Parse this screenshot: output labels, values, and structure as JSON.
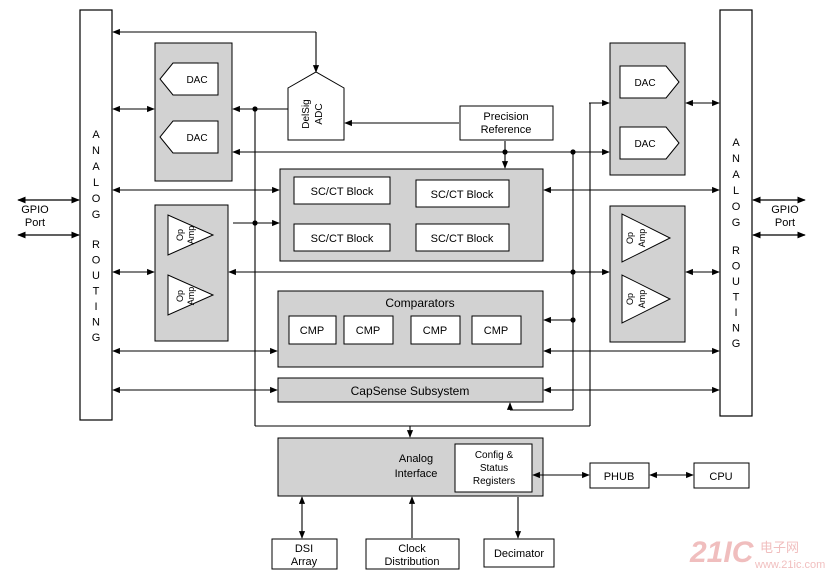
{
  "routing_left": {
    "letters_top": [
      "A",
      "N",
      "A",
      "L",
      "O",
      "G"
    ],
    "letters_bottom": [
      "R",
      "O",
      "U",
      "T",
      "I",
      "N",
      "G"
    ]
  },
  "routing_right": {
    "letters_top": [
      "A",
      "N",
      "A",
      "L",
      "O",
      "G"
    ],
    "letters_bottom": [
      "R",
      "O",
      "U",
      "T",
      "I",
      "N",
      "G"
    ]
  },
  "gpio_left": [
    "GPIO",
    "Port"
  ],
  "gpio_right": [
    "GPIO",
    "Port"
  ],
  "dac_label": "DAC",
  "opamp_label": [
    "Op",
    "Amp"
  ],
  "delsig_adc": [
    "DelSig",
    "ADC"
  ],
  "precision_reference": [
    "Precision",
    "Reference"
  ],
  "sc_ct_block": "SC/CT Block",
  "comparators_title": "Comparators",
  "cmp_label": "CMP",
  "capsense": "CapSense Subsystem",
  "analog_interface": [
    "Analog",
    "Interface"
  ],
  "config_status": [
    "Config &",
    "Status",
    "Registers"
  ],
  "phub": "PHUB",
  "cpu": "CPU",
  "dsi_array": [
    "DSI",
    "Array"
  ],
  "clock_distribution": [
    "Clock",
    "Distribution"
  ],
  "decimator": "Decimator",
  "watermark": {
    "brand": "21IC",
    "chinese": "电子网",
    "url": "www.21ic.com"
  }
}
